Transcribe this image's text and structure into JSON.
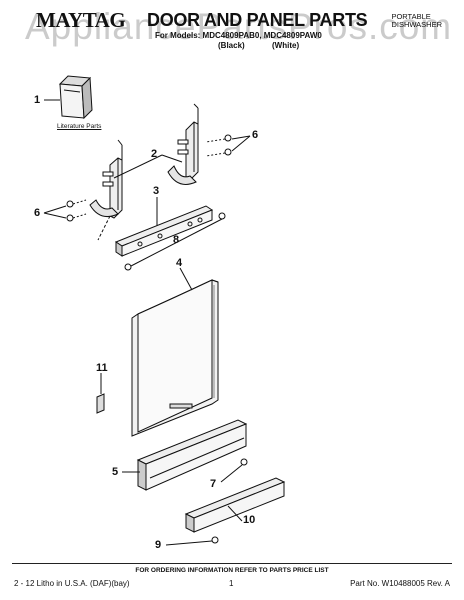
{
  "header": {
    "brand": "MAYTAG",
    "title": "DOOR AND PANEL PARTS",
    "appliance_line1": "PORTABLE",
    "appliance_line2": "DISHWASHER",
    "models_line": "For Models: MDC4809PAB0, MDC4809PAW0",
    "color_black": "(Black)",
    "color_white": "(White)"
  },
  "watermark": "AppliancePartsPros.com",
  "literature_label": "Literature Parts",
  "callouts": [
    "1",
    "2",
    "3",
    "4",
    "5",
    "6",
    "6",
    "7",
    "8",
    "9",
    "10",
    "11"
  ],
  "footer": {
    "order_note": "FOR ORDERING INFORMATION REFER TO PARTS PRICE LIST",
    "left": "2 - 12 Litho in U.S.A. (DAF)(bay)",
    "page": "1",
    "part_no": "Part No. W10488005 Rev. A"
  }
}
